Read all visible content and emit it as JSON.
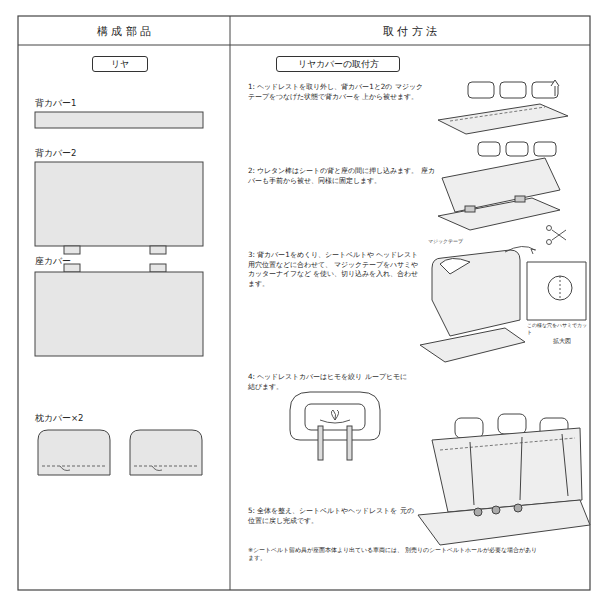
{
  "diagram": {
    "nodes": [
      {
        "text": [
          "構 成 部 品"
        ]
      },
      {
        "text": [
          "取 付 方 法"
        ]
      },
      {
        "text": [
          "リヤ"
        ]
      },
      {
        "text": [
          "リヤカバーの取付方"
        ]
      }
    ],
    "labels": [
      "背カバー1",
      "背カバー2",
      "座カバー",
      "枕カバー×2",
      "1: ヘッドレストを取り外し、背カバー1と2の マジックテープをつなげた状態で背カバーを 上から被せます。",
      "2: ウレタン棒はシートの背と座の間に押し込みます。 座カバーも手前から被せ、同様に固定します。",
      "3: 背カバー1をめくり、シートベルトや ヘッドレスト用穴位置などに合わせて、 マジックテープをハサミやカッターナイフなど を使い、切り込みを入れ、合わせます。",
      "マジックテープ",
      "この様な穴をハサミでカット",
      "拡大図",
      "4: ヘッドレストカバーはヒモを絞り ループヒモに結びます。",
      "5: 全体を整え、シートベルトやヘッドレストを 元の位置に戻し完成です。",
      "※シートベルト留め具が座面本体より出ている車両には、 別売りのシートベルトホールが必要な場合があります。"
    ]
  }
}
